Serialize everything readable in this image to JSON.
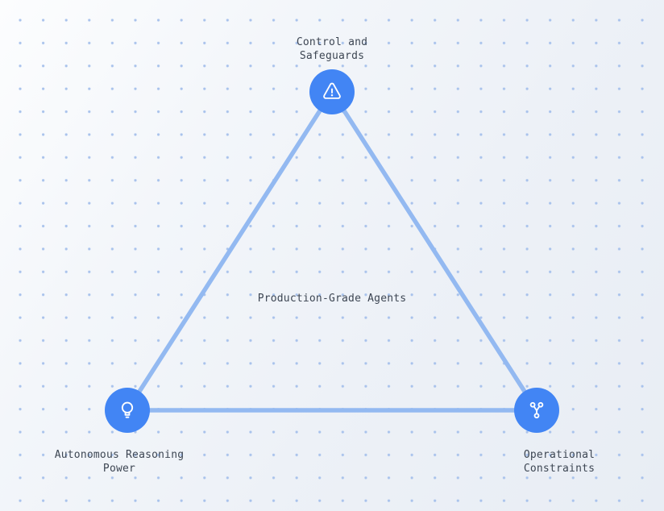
{
  "diagram": {
    "center_label": "Production-Grade Agents",
    "nodes": {
      "top": {
        "label_line1": "Control and",
        "label_line2": "Safeguards",
        "icon": "alert-triangle-icon"
      },
      "bottom_left": {
        "label_line1": "Autonomous Reasoning",
        "label_line2": "Power",
        "icon": "lightbulb-icon"
      },
      "bottom_right": {
        "label_line1": "Operational",
        "label_line2": "Constraints",
        "icon": "git-branch-icon"
      }
    },
    "colors": {
      "node_fill": "#4285f4",
      "icon_stroke": "#ffffff",
      "edge_stroke": "#93b9f1",
      "grid_dot": "#a8c2ec",
      "label_text": "#3d4653",
      "background_start": "#fcfdfe",
      "background_end": "#e8edf4"
    }
  }
}
